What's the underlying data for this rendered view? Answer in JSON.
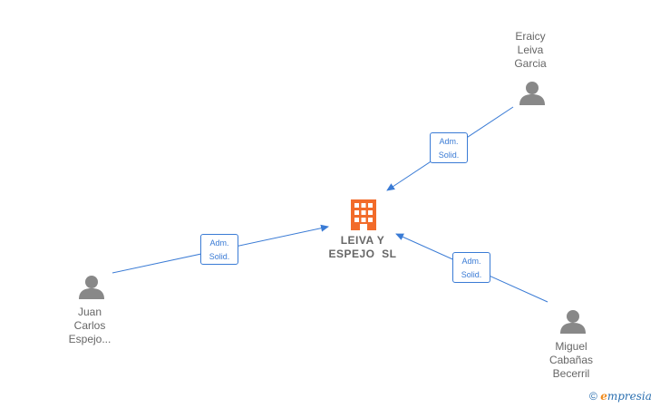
{
  "company": {
    "name_line1": "LEIVA Y",
    "name_line2": "ESPEJO  SL",
    "icon": "building-icon",
    "color": "#f26b2a"
  },
  "persons": [
    {
      "id": "eraicy",
      "lines": [
        "Eraicy",
        "Leiva",
        "Garcia"
      ],
      "icon": "person-icon"
    },
    {
      "id": "juan",
      "lines": [
        "Juan",
        "Carlos",
        "Espejo..."
      ],
      "icon": "person-icon"
    },
    {
      "id": "miguel",
      "lines": [
        "Miguel",
        "Cabañas",
        "Becerril"
      ],
      "icon": "person-icon"
    }
  ],
  "edges": [
    {
      "from": "eraicy",
      "line1": "Adm.",
      "line2": "Solid."
    },
    {
      "from": "juan",
      "line1": "Adm.",
      "line2": "Solid."
    },
    {
      "from": "miguel",
      "line1": "Adm.",
      "line2": "Solid."
    }
  ],
  "colors": {
    "edge": "#3a7bd5",
    "person": "#888888",
    "text": "#666666"
  },
  "brand": {
    "copyright": "©",
    "e": "e",
    "rest": "mpresia"
  }
}
